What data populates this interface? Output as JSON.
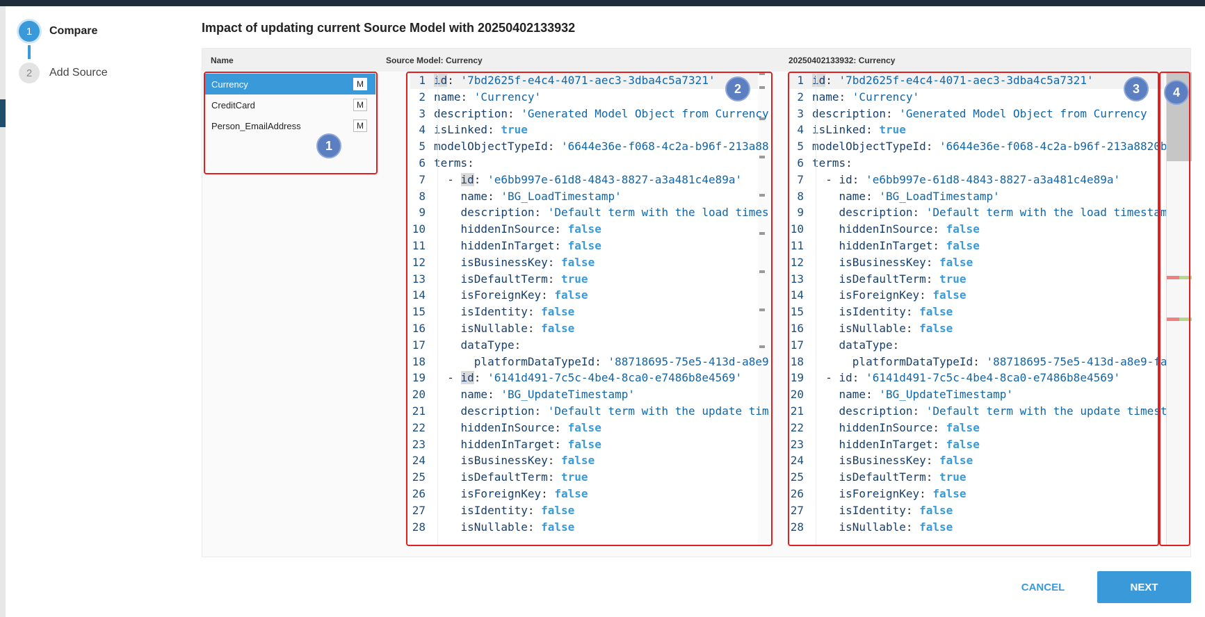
{
  "stepper": {
    "steps": [
      {
        "num": "1",
        "label": "Compare"
      },
      {
        "num": "2",
        "label": "Add Source"
      }
    ]
  },
  "dialog": {
    "title": "Impact of updating current Source Model with 20250402133932"
  },
  "columns": {
    "name": "Name",
    "source": "Source Model: Currency",
    "target": "20250402133932: Currency"
  },
  "names": [
    {
      "label": "Currency",
      "badge": "M"
    },
    {
      "label": "CreditCard",
      "badge": "M"
    },
    {
      "label": "Person_EmailAddress",
      "badge": "M"
    }
  ],
  "markers": [
    "1",
    "1",
    "2",
    "3",
    "4"
  ],
  "source_lines": [
    {
      "n": "1",
      "indent": "",
      "dash": false,
      "key": "id",
      "val": "'7bd2625f-e4c4-4071-aec3-3dba4c5a7321'",
      "type": "s"
    },
    {
      "n": "2",
      "indent": "",
      "dash": false,
      "key": "name",
      "val": "'Currency'",
      "type": "s"
    },
    {
      "n": "3",
      "indent": "",
      "dash": false,
      "key": "description",
      "val": "'Generated Model Object from Currency",
      "type": "s"
    },
    {
      "n": "4",
      "indent": "",
      "dash": false,
      "key": "isLinked",
      "val": "true",
      "type": "b"
    },
    {
      "n": "5",
      "indent": "",
      "dash": false,
      "key": "modelObjectTypeId",
      "val": "'6644e36e-f068-4c2a-b96f-213a88",
      "type": "s"
    },
    {
      "n": "6",
      "indent": "",
      "dash": false,
      "key": "terms",
      "val": "",
      "type": "s"
    },
    {
      "n": "7",
      "indent": "  ",
      "dash": true,
      "key": "id",
      "val": "'e6bb997e-61d8-4843-8827-a3a481c4e89a'",
      "type": "s"
    },
    {
      "n": "8",
      "indent": "    ",
      "dash": false,
      "key": "name",
      "val": "'BG_LoadTimestamp'",
      "type": "s"
    },
    {
      "n": "9",
      "indent": "    ",
      "dash": false,
      "key": "description",
      "val": "'Default term with the load times",
      "type": "s"
    },
    {
      "n": "10",
      "indent": "    ",
      "dash": false,
      "key": "hiddenInSource",
      "val": "false",
      "type": "b"
    },
    {
      "n": "11",
      "indent": "    ",
      "dash": false,
      "key": "hiddenInTarget",
      "val": "false",
      "type": "b"
    },
    {
      "n": "12",
      "indent": "    ",
      "dash": false,
      "key": "isBusinessKey",
      "val": "false",
      "type": "b"
    },
    {
      "n": "13",
      "indent": "    ",
      "dash": false,
      "key": "isDefaultTerm",
      "val": "true",
      "type": "b"
    },
    {
      "n": "14",
      "indent": "    ",
      "dash": false,
      "key": "isForeignKey",
      "val": "false",
      "type": "b"
    },
    {
      "n": "15",
      "indent": "    ",
      "dash": false,
      "key": "isIdentity",
      "val": "false",
      "type": "b"
    },
    {
      "n": "16",
      "indent": "    ",
      "dash": false,
      "key": "isNullable",
      "val": "false",
      "type": "b"
    },
    {
      "n": "17",
      "indent": "    ",
      "dash": false,
      "key": "dataType",
      "val": "",
      "type": "s"
    },
    {
      "n": "18",
      "indent": "      ",
      "dash": false,
      "key": "platformDataTypeId",
      "val": "'88718695-75e5-413d-a8e9",
      "type": "s"
    },
    {
      "n": "19",
      "indent": "  ",
      "dash": true,
      "key": "id",
      "val": "'6141d491-7c5c-4be4-8ca0-e7486b8e4569'",
      "type": "s"
    },
    {
      "n": "20",
      "indent": "    ",
      "dash": false,
      "key": "name",
      "val": "'BG_UpdateTimestamp'",
      "type": "s"
    },
    {
      "n": "21",
      "indent": "    ",
      "dash": false,
      "key": "description",
      "val": "'Default term with the update tim",
      "type": "s"
    },
    {
      "n": "22",
      "indent": "    ",
      "dash": false,
      "key": "hiddenInSource",
      "val": "false",
      "type": "b"
    },
    {
      "n": "23",
      "indent": "    ",
      "dash": false,
      "key": "hiddenInTarget",
      "val": "false",
      "type": "b"
    },
    {
      "n": "24",
      "indent": "    ",
      "dash": false,
      "key": "isBusinessKey",
      "val": "false",
      "type": "b"
    },
    {
      "n": "25",
      "indent": "    ",
      "dash": false,
      "key": "isDefaultTerm",
      "val": "true",
      "type": "b"
    },
    {
      "n": "26",
      "indent": "    ",
      "dash": false,
      "key": "isForeignKey",
      "val": "false",
      "type": "b"
    },
    {
      "n": "27",
      "indent": "    ",
      "dash": false,
      "key": "isIdentity",
      "val": "false",
      "type": "b"
    },
    {
      "n": "28",
      "indent": "    ",
      "dash": false,
      "key": "isNullable",
      "val": "false",
      "type": "b"
    }
  ],
  "target_lines": [
    {
      "n": "1",
      "indent": "",
      "dash": false,
      "key": "id",
      "val": "'7bd2625f-e4c4-4071-aec3-3dba4c5a7321'",
      "type": "s"
    },
    {
      "n": "2",
      "indent": "",
      "dash": false,
      "key": "name",
      "val": "'Currency'",
      "type": "s"
    },
    {
      "n": "3",
      "indent": "",
      "dash": false,
      "key": "description",
      "val": "'Generated Model Object from Currency",
      "type": "s"
    },
    {
      "n": "4",
      "indent": "",
      "dash": false,
      "key": "isLinked",
      "val": "true",
      "type": "b"
    },
    {
      "n": "5",
      "indent": "",
      "dash": false,
      "key": "modelObjectTypeId",
      "val": "'6644e36e-f068-4c2a-b96f-213a8820b",
      "type": "s"
    },
    {
      "n": "6",
      "indent": "",
      "dash": false,
      "key": "terms",
      "val": "",
      "type": "s"
    },
    {
      "n": "7",
      "indent": "  ",
      "dash": true,
      "key": "id",
      "val": "'e6bb997e-61d8-4843-8827-a3a481c4e89a'",
      "type": "s"
    },
    {
      "n": "8",
      "indent": "    ",
      "dash": false,
      "key": "name",
      "val": "'BG_LoadTimestamp'",
      "type": "s"
    },
    {
      "n": "9",
      "indent": "    ",
      "dash": false,
      "key": "description",
      "val": "'Default term with the load timestam",
      "type": "s"
    },
    {
      "n": "10",
      "indent": "    ",
      "dash": false,
      "key": "hiddenInSource",
      "val": "false",
      "type": "b"
    },
    {
      "n": "11",
      "indent": "    ",
      "dash": false,
      "key": "hiddenInTarget",
      "val": "false",
      "type": "b"
    },
    {
      "n": "12",
      "indent": "    ",
      "dash": false,
      "key": "isBusinessKey",
      "val": "false",
      "type": "b"
    },
    {
      "n": "13",
      "indent": "    ",
      "dash": false,
      "key": "isDefaultTerm",
      "val": "true",
      "type": "b"
    },
    {
      "n": "14",
      "indent": "    ",
      "dash": false,
      "key": "isForeignKey",
      "val": "false",
      "type": "b"
    },
    {
      "n": "15",
      "indent": "    ",
      "dash": false,
      "key": "isIdentity",
      "val": "false",
      "type": "b"
    },
    {
      "n": "16",
      "indent": "    ",
      "dash": false,
      "key": "isNullable",
      "val": "false",
      "type": "b"
    },
    {
      "n": "17",
      "indent": "    ",
      "dash": false,
      "key": "dataType",
      "val": "",
      "type": "s"
    },
    {
      "n": "18",
      "indent": "      ",
      "dash": false,
      "key": "platformDataTypeId",
      "val": "'88718695-75e5-413d-a8e9-fa",
      "type": "s"
    },
    {
      "n": "19",
      "indent": "  ",
      "dash": true,
      "key": "id",
      "val": "'6141d491-7c5c-4be4-8ca0-e7486b8e4569'",
      "type": "s"
    },
    {
      "n": "20",
      "indent": "    ",
      "dash": false,
      "key": "name",
      "val": "'BG_UpdateTimestamp'",
      "type": "s"
    },
    {
      "n": "21",
      "indent": "    ",
      "dash": false,
      "key": "description",
      "val": "'Default term with the update timest",
      "type": "s"
    },
    {
      "n": "22",
      "indent": "    ",
      "dash": false,
      "key": "hiddenInSource",
      "val": "false",
      "type": "b"
    },
    {
      "n": "23",
      "indent": "    ",
      "dash": false,
      "key": "hiddenInTarget",
      "val": "false",
      "type": "b"
    },
    {
      "n": "24",
      "indent": "    ",
      "dash": false,
      "key": "isBusinessKey",
      "val": "false",
      "type": "b"
    },
    {
      "n": "25",
      "indent": "    ",
      "dash": false,
      "key": "isDefaultTerm",
      "val": "true",
      "type": "b"
    },
    {
      "n": "26",
      "indent": "    ",
      "dash": false,
      "key": "isForeignKey",
      "val": "false",
      "type": "b"
    },
    {
      "n": "27",
      "indent": "    ",
      "dash": false,
      "key": "isIdentity",
      "val": "false",
      "type": "b"
    },
    {
      "n": "28",
      "indent": "    ",
      "dash": false,
      "key": "isNullable",
      "val": "false",
      "type": "b"
    }
  ],
  "buttons": {
    "cancel": "CANCEL",
    "next": "NEXT"
  },
  "colors": {
    "accent": "#3a9ad9",
    "highlight_box": "#e02020",
    "marker": "#5b7fc0",
    "diff_removed": "#f08080",
    "diff_added": "#b5d98a"
  }
}
